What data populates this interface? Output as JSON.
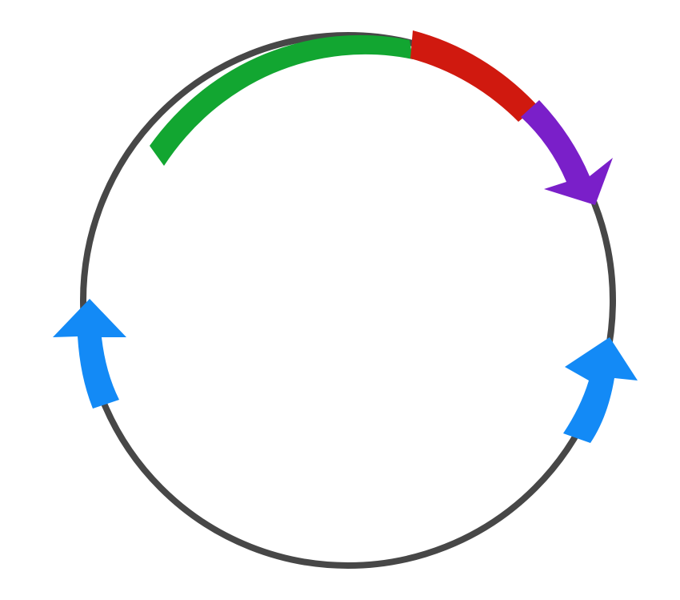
{
  "diagram": {
    "type": "plasmid-map",
    "backbone": {
      "color": "#474747"
    },
    "features": [
      {
        "id": "green",
        "kind": "block",
        "color": "#12a631"
      },
      {
        "id": "red",
        "kind": "block",
        "color": "#d0190f"
      },
      {
        "id": "purple",
        "kind": "arrow",
        "direction": "clockwise",
        "color": "#7a1fc9"
      },
      {
        "id": "blue-right",
        "kind": "arrow",
        "direction": "counterclockwise",
        "color": "#138af6"
      },
      {
        "id": "blue-left",
        "kind": "arrow",
        "direction": "clockwise",
        "color": "#138af6"
      }
    ]
  }
}
